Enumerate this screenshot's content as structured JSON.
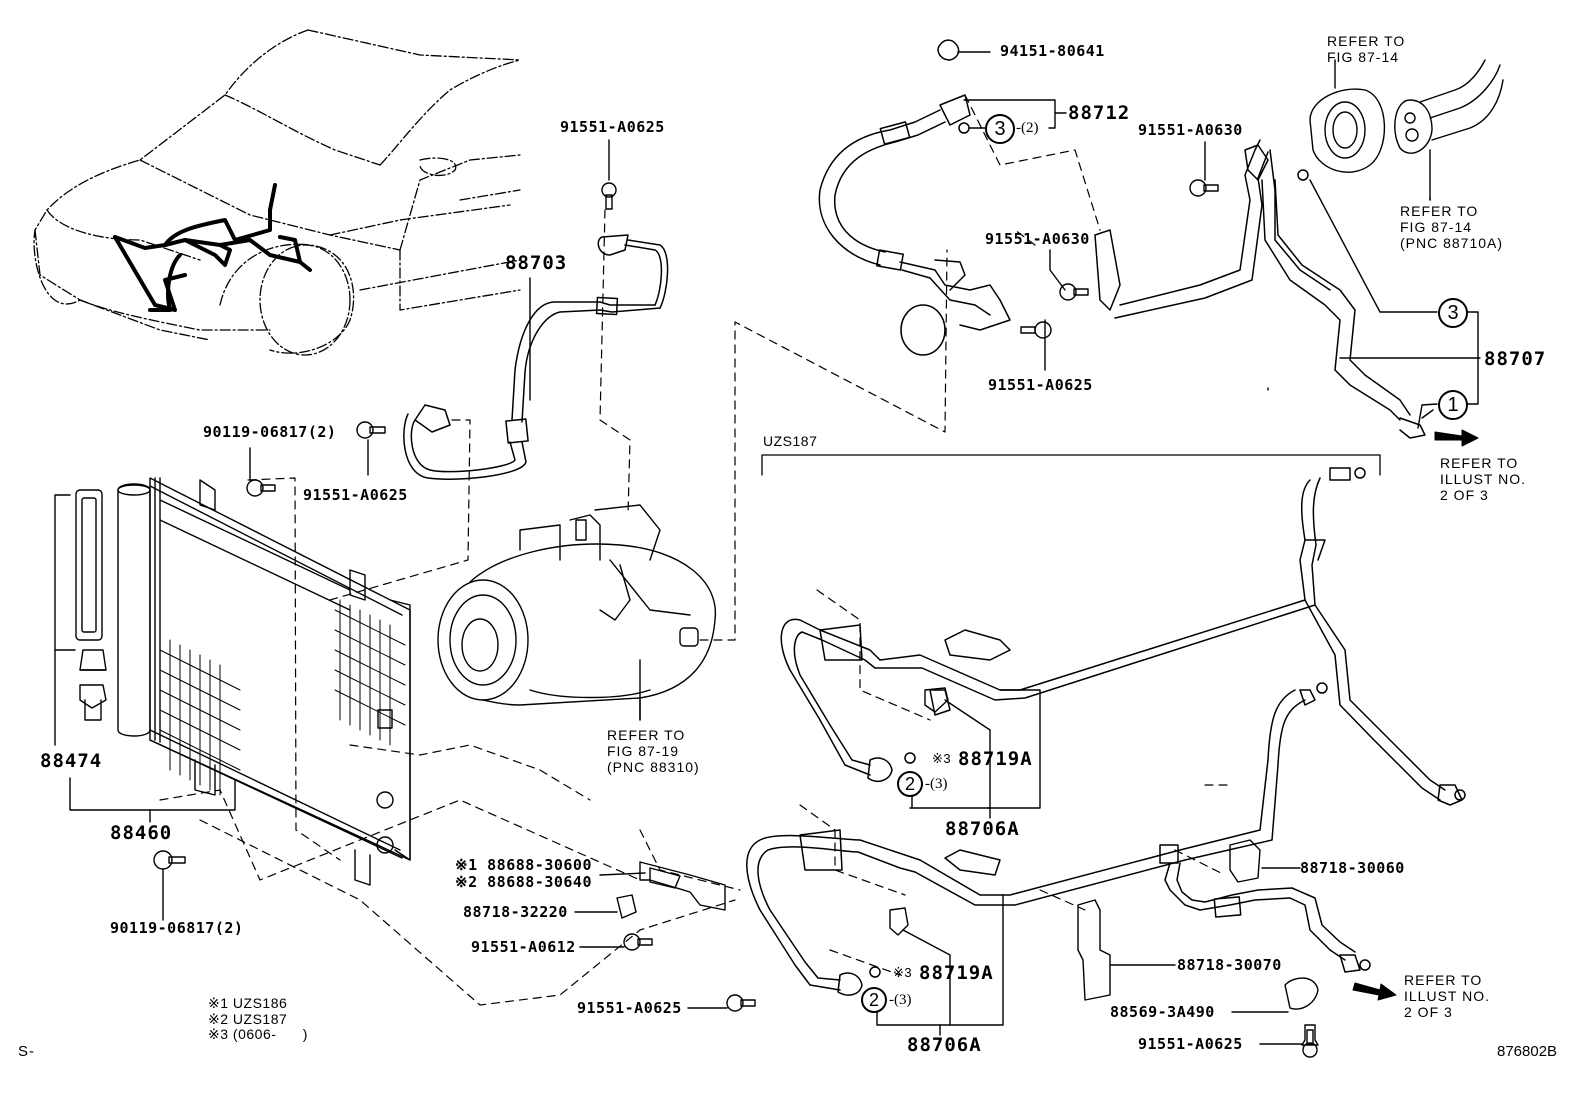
{
  "diagram": {
    "title_code": "876802B",
    "corner_mark": "S-",
    "variant_label": "UZS187",
    "notes": [
      {
        "mark": "※1",
        "text": "UZS186"
      },
      {
        "mark": "※2",
        "text": "UZS187"
      },
      {
        "mark": "※3",
        "text": "(0606-      )"
      }
    ],
    "parts": {
      "p94151_80641": "94151-80641",
      "p88712": "88712",
      "p88712_circle": "3",
      "p88712_qty": "-(2)",
      "p91551_A0630_top": "91551-A0630",
      "p91551_A0630_mid": "91551-A0630",
      "p91551_A0625_top": "91551-A0625",
      "p91551_A0625_mid": "91551-A0625",
      "p91551_A0625_left": "91551-A0625",
      "p91551_A0625_bottom": "91551-A0625",
      "p91551_A0625_br": "91551-A0625",
      "p88703": "88703",
      "p88707": "88707",
      "p88707_c3": "3",
      "p88707_c1": "1",
      "p90119_top": "90119-06817(2)",
      "p90119_bottom": "90119-06817(2)",
      "p88474": "88474",
      "p88460": "88460",
      "p88688_1": "※1 88688-30600",
      "p88688_2": "※2 88688-30640",
      "p88718_32220": "88718-32220",
      "p91551_A0612": "91551-A0612",
      "p88719A_upper": "88719A",
      "p88719A_upper_mark": "※3",
      "p88719A_lower": "88719A",
      "p88719A_lower_mark": "※3",
      "p88706A_upper": "88706A",
      "p88706A_lower": "88706A",
      "circle2_upper": "2",
      "circle2_upper_qty": "-(3)",
      "circle2_lower": "2",
      "circle2_lower_qty": "-(3)",
      "p88718_30060": "88718-30060",
      "p88718_30070": "88718-30070",
      "p88569_3A490": "88569-3A490"
    },
    "references": {
      "fig8714_a_l1": "REFER TO",
      "fig8714_a_l2": "FIG 87-14",
      "fig8714_b_l1": "REFER TO",
      "fig8714_b_l2": "FIG 87-14",
      "fig8714_b_l3": "(PNC 88710A)",
      "fig8719_l1": "REFER TO",
      "fig8719_l2": "FIG 87-19",
      "fig8719_l3": "(PNC 88310)",
      "illust_top_l1": "REFER TO",
      "illust_top_l2": "ILLUST NO.",
      "illust_top_l3": "2 OF 3",
      "illust_bottom_l1": "REFER TO",
      "illust_bottom_l2": "ILLUST NO.",
      "illust_bottom_l3": "2 OF 3"
    }
  }
}
